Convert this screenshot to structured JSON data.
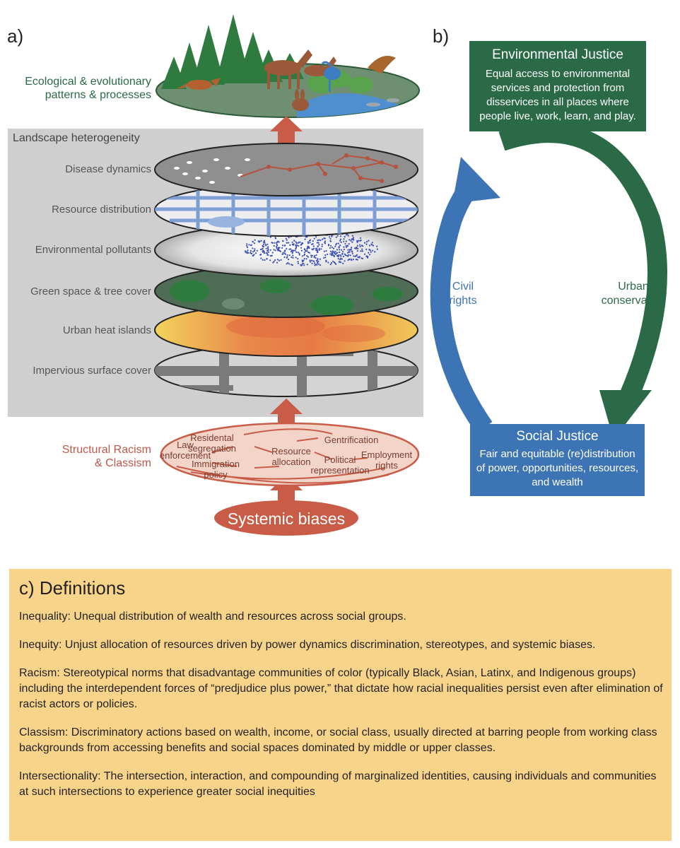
{
  "panel_a": {
    "letter": "a)",
    "ecology_label_1": "Ecological & evolutionary",
    "ecology_label_2": "patterns & processes",
    "landscape_title": "Landscape heterogeneity",
    "layers": [
      "Disease dynamics",
      "Resource distribution",
      "Environmental pollutants",
      "Green space & tree cover",
      "Urban heat islands",
      "Impervious surface cover"
    ],
    "racism_label_1": "Structural Racism",
    "racism_label_2": "& Classism",
    "nodes": {
      "law_1": "Law",
      "law_2": "enforcement",
      "seg_1": "Residental",
      "seg_2": "segregation",
      "res_1": "Resource",
      "res_2": "allocation",
      "gent": "Gentrification",
      "imm_1": "Immigration",
      "imm_2": "policy",
      "pol_1": "Political",
      "pol_2": "representation",
      "emp_1": "Employment",
      "emp_2": "rights"
    },
    "systemic": "Systemic biases"
  },
  "panel_b": {
    "letter": "b)",
    "ej_title": "Environmental Justice",
    "ej_text": "Equal access to environmental services and protection from disservices in all places where people live, work, learn, and play.",
    "sj_title": "Social Justice",
    "sj_text": "Fair and equitable (re)distribution of power, opportunities, resources, and wealth",
    "civil_1": "Civil",
    "civil_2": "rights",
    "urban_1": "Urban",
    "urban_2": "conservation",
    "colors": {
      "green": "#2a6a47",
      "blue": "#3d74b6"
    }
  },
  "panel_c": {
    "title": "c) Definitions",
    "definitions": [
      {
        "term": "Inequality:",
        "text": " Unequal distribution of wealth and resources across social groups."
      },
      {
        "term": "Inequity:",
        "text": " Unjust allocation of resources driven by power dynamics discrimination, stereotypes, and systemic biases."
      },
      {
        "term": "Racism:",
        "text": " Stereotypical norms that disadvantage communities of color (typically Black, Asian, Latinx, and Indigenous groups) including the interdependent forces of “predjudice plus power,” that dictate how racial inequalities persist even after elimination of racist actors or policies."
      },
      {
        "term": "Classism:",
        "text": " Discriminatory actions based on wealth, income, or social class, usually directed at barring people from working class backgrounds from accessing benefits and social spaces dominated by middle or upper classes."
      },
      {
        "term": "Intersectionality:",
        "text": " The intersection, interaction, and compounding of marginalized identities, causing individuals and communities at such intersections to experience greater social inequities"
      }
    ],
    "color": "#f8d38a"
  }
}
